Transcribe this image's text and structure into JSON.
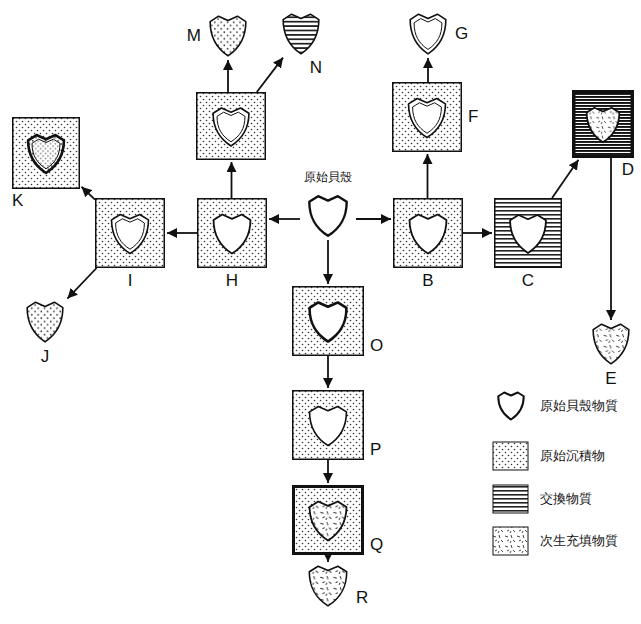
{
  "diagram": {
    "nodes": [
      {
        "text": [
          "M"
        ]
      },
      {
        "text": [
          "N"
        ]
      },
      {
        "text": [
          "G"
        ]
      },
      {
        "text": []
      },
      {
        "text": [
          "F"
        ]
      },
      {
        "text": [
          "D"
        ]
      },
      {
        "text": [
          "K"
        ]
      },
      {
        "text": [
          "I"
        ]
      },
      {
        "text": [
          "H"
        ]
      },
      {
        "text": [
          "原始貝殼"
        ]
      },
      {
        "text": [
          "B"
        ]
      },
      {
        "text": [
          "C"
        ]
      },
      {
        "text": [
          "J"
        ]
      },
      {
        "text": [
          "E"
        ]
      },
      {
        "text": [
          "O"
        ]
      },
      {
        "text": [
          "P"
        ]
      },
      {
        "text": [
          "Q"
        ]
      },
      {
        "text": [
          "R"
        ]
      }
    ],
    "edges": [
      {
        "from": 9,
        "to": 10,
        "arrow": "to"
      },
      {
        "from": 9,
        "to": 8,
        "arrow": "to"
      },
      {
        "from": 9,
        "to": 14,
        "arrow": "to"
      },
      {
        "from": 10,
        "to": 4,
        "arrow": "to"
      },
      {
        "from": 4,
        "to": 2,
        "arrow": "to"
      },
      {
        "from": 10,
        "to": 11,
        "arrow": "to"
      },
      {
        "from": 11,
        "to": 5,
        "arrow": "to"
      },
      {
        "from": 5,
        "to": 13,
        "arrow": "to"
      },
      {
        "from": 8,
        "to": 3,
        "arrow": "to"
      },
      {
        "from": 3,
        "to": 0,
        "arrow": "to"
      },
      {
        "from": 3,
        "to": 1,
        "arrow": "to"
      },
      {
        "from": 8,
        "to": 7,
        "arrow": "to"
      },
      {
        "from": 7,
        "to": 6,
        "arrow": "to"
      },
      {
        "from": 7,
        "to": 12,
        "arrow": "to"
      },
      {
        "from": 14,
        "to": 15,
        "arrow": "to"
      },
      {
        "from": 15,
        "to": 16,
        "arrow": "to"
      },
      {
        "from": 16,
        "to": 17,
        "arrow": "to"
      }
    ],
    "legend": [
      {
        "text": "原始貝殼物質"
      },
      {
        "text": "原始沉積物"
      },
      {
        "text": "交換物質"
      },
      {
        "text": "次生充填物質"
      }
    ]
  }
}
